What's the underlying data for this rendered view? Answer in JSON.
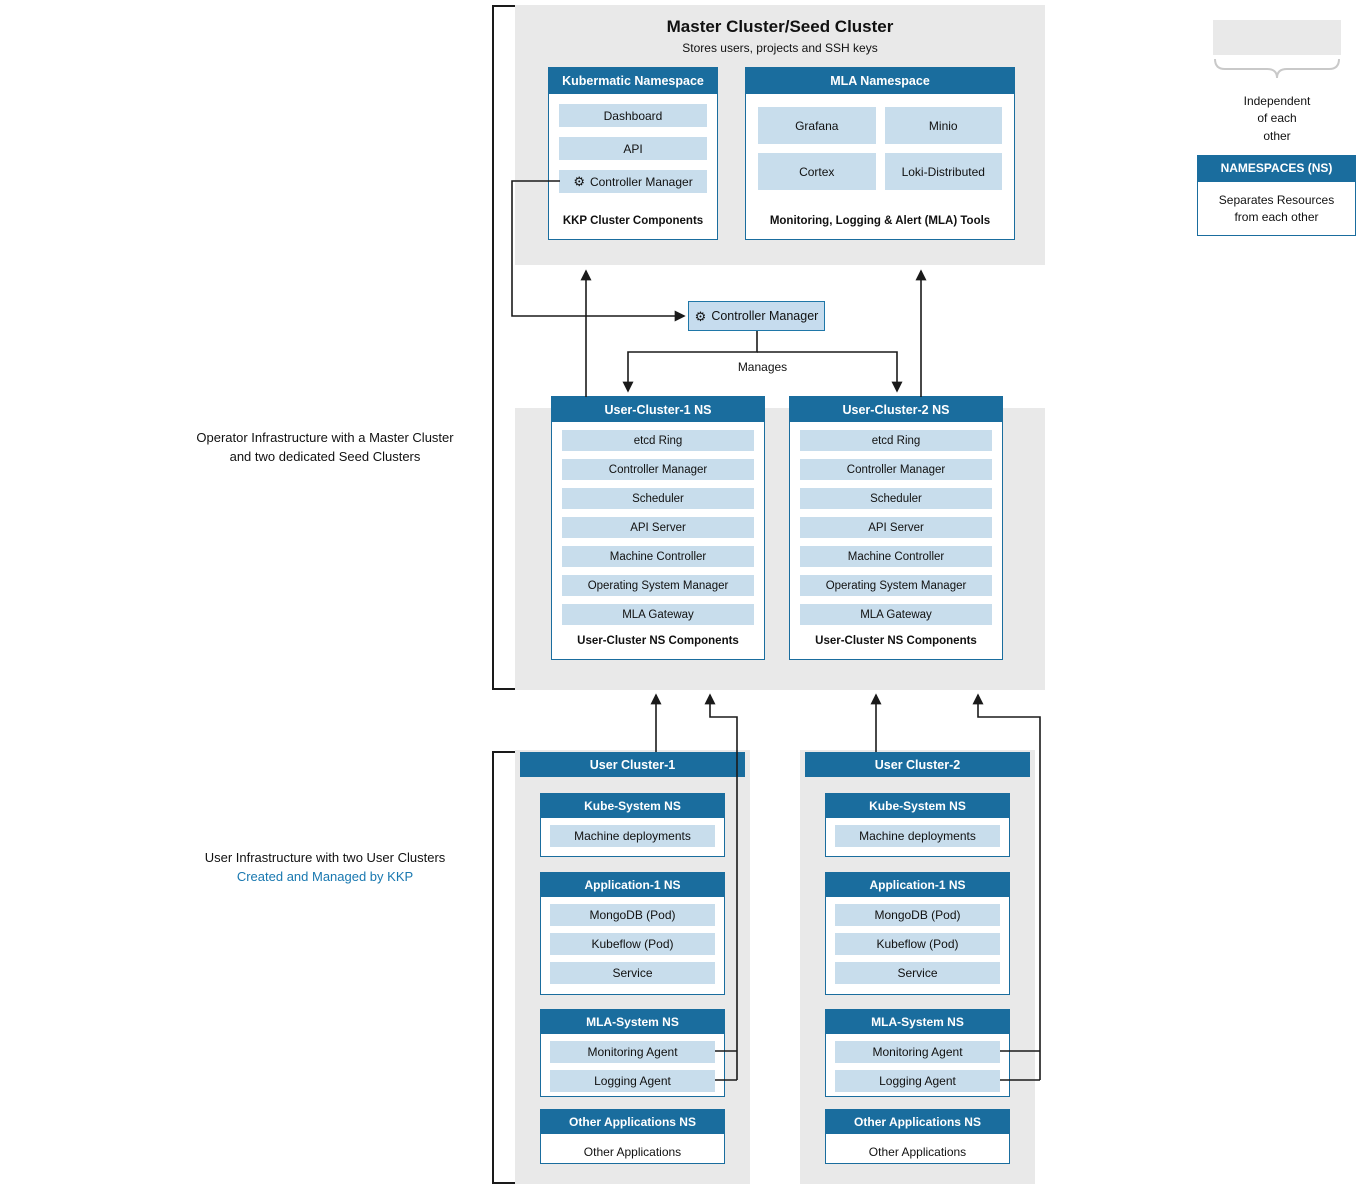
{
  "colors": {
    "header_blue": "#1A6D9E",
    "item_blue": "#C8DDEC",
    "section_gray": "#E9E9E9",
    "kkp_blue": "#1878B0",
    "arrow": "#1A1A1A"
  },
  "icons": {
    "gear": "⚙"
  },
  "master": {
    "title": "Master Cluster/Seed Cluster",
    "subtitle": "Stores users, projects and SSH keys",
    "kubermatic_ns": {
      "header": "Kubermatic Namespace",
      "items": [
        "Dashboard",
        "API",
        "Controller Manager"
      ],
      "footer": "KKP Cluster Components"
    },
    "mla_ns": {
      "header": "MLA Namespace",
      "items": [
        "Grafana",
        "Minio",
        "Cortex",
        "Loki-Distributed"
      ],
      "footer": "Monitoring, Logging & Alert (MLA) Tools"
    }
  },
  "controller_manager_box": {
    "label": "Controller Manager"
  },
  "manages_label": "Manages",
  "seed_clusters": [
    {
      "header": "User-Cluster-1 NS",
      "items": [
        "etcd Ring",
        "Controller Manager",
        "Scheduler",
        "API Server",
        "Machine Controller",
        "Operating System Manager",
        "MLA Gateway"
      ],
      "footer": "User-Cluster NS Components"
    },
    {
      "header": "User-Cluster-2 NS",
      "items": [
        "etcd Ring",
        "Controller Manager",
        "Scheduler",
        "API Server",
        "Machine Controller",
        "Operating System Manager",
        "MLA Gateway"
      ],
      "footer": "User-Cluster NS Components"
    }
  ],
  "user_clusters": [
    {
      "header": "User Cluster-1",
      "kube_system": {
        "header": "Kube-System NS",
        "items": [
          "Machine deployments"
        ]
      },
      "application": {
        "header": "Application-1 NS",
        "items": [
          "MongoDB (Pod)",
          "Kubeflow (Pod)",
          "Service"
        ]
      },
      "mla_system": {
        "header": "MLA-System NS",
        "items": [
          "Monitoring Agent",
          "Logging Agent"
        ]
      },
      "other": {
        "header": "Other Applications NS",
        "items": [
          "Other Applications"
        ]
      }
    },
    {
      "header": "User Cluster-2",
      "kube_system": {
        "header": "Kube-System NS",
        "items": [
          "Machine deployments"
        ]
      },
      "application": {
        "header": "Application-1 NS",
        "items": [
          "MongoDB (Pod)",
          "Kubeflow (Pod)",
          "Service"
        ]
      },
      "mla_system": {
        "header": "MLA-System NS",
        "items": [
          "Monitoring Agent",
          "Logging Agent"
        ]
      },
      "other": {
        "header": "Other Applications NS",
        "items": [
          "Other Applications"
        ]
      }
    }
  ],
  "side_labels": {
    "operator": "Operator Infrastructure with a Master Cluster\nand two dedicated Seed Clusters",
    "user_line1": "User Infrastructure with two User Clusters",
    "user_line2": "Created and Managed by KKP"
  },
  "legend": {
    "independent": "Independent\nof each\nother",
    "namespaces_header": "NAMESPACES (NS)",
    "namespaces_body": "Separates Resources\nfrom each other"
  }
}
